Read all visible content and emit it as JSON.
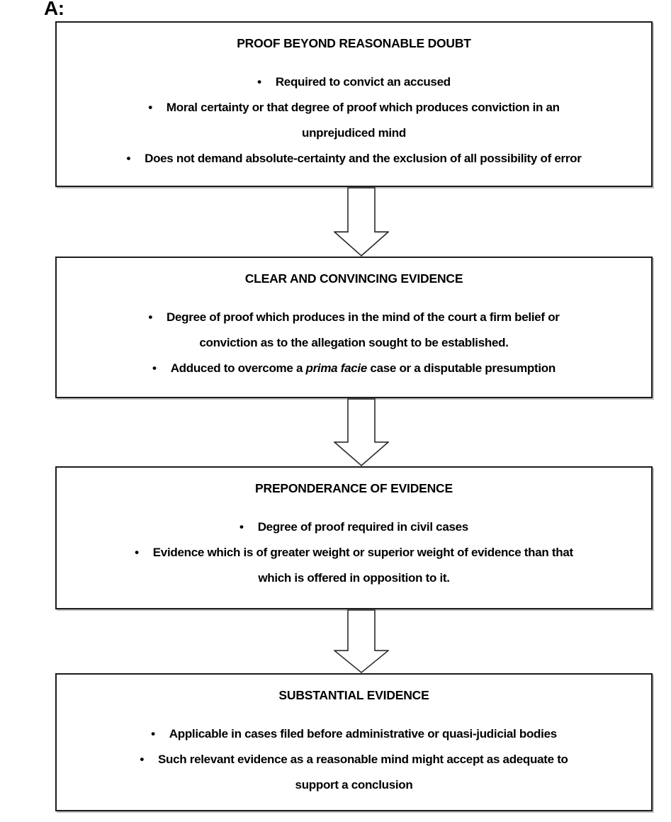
{
  "page_label": "A:",
  "bullet_glyph": "•",
  "colors": {
    "background": "#ffffff",
    "text": "#000000",
    "border": "#1c1c1c",
    "arrow_outline": "#2b2b2b"
  },
  "diagram": {
    "boxes": [
      {
        "id": "proof-beyond-reasonable-doubt",
        "title": "PROOF BEYOND REASONABLE DOUBT",
        "bullets": [
          {
            "text": "Required to convict an accused"
          },
          {
            "text": "Moral certainty or that degree of proof which produces conviction in an\nunprejudiced mind"
          },
          {
            "text": "Does not demand absolute-certainty and the exclusion of all possibility of error"
          }
        ]
      },
      {
        "id": "clear-and-convincing-evidence",
        "title": "CLEAR AND CONVINCING EVIDENCE",
        "bullets": [
          {
            "text": "Degree of proof which produces in the mind of the court a firm belief or\nconviction as to the allegation sought to be established."
          },
          {
            "pre": "Adduced to overcome a ",
            "italic": "prima facie",
            "post": " case or a disputable presumption"
          }
        ]
      },
      {
        "id": "preponderance-of-evidence",
        "title": "PREPONDERANCE OF EVIDENCE",
        "bullets": [
          {
            "text": "Degree of proof required in civil cases"
          },
          {
            "text": "Evidence which is of greater weight or superior weight of evidence than that\nwhich is offered in opposition to it."
          }
        ]
      },
      {
        "id": "substantial-evidence",
        "title": "SUBSTANTIAL EVIDENCE",
        "bullets": [
          {
            "text": "Applicable in cases filed before administrative or quasi-judicial bodies"
          },
          {
            "text": "Such relevant evidence as a reasonable mind might accept as adequate to\nsupport a conclusion"
          }
        ]
      }
    ]
  }
}
